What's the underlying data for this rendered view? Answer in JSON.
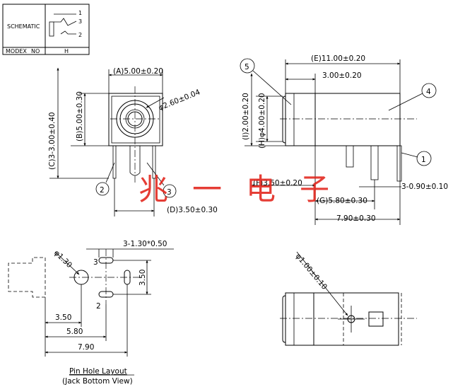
{
  "schematic": {
    "label": "SCHEMATIC",
    "pins": [
      "1",
      "3",
      "2"
    ],
    "model_label": "MODEX",
    "no_label": "NO",
    "model_value": "H"
  },
  "front_view": {
    "dim_a": "(A)5.00±0.20",
    "dim_c": "(C)3-3.00±0.40",
    "dim_b": "(B)5.00±0.30",
    "dim_hole": "φ2.60±0.04",
    "dim_d": "(D)3.50±0.30",
    "callout_2": "2",
    "callout_3": "3"
  },
  "side_view": {
    "dim_e": "(E)11.00±0.20",
    "dim_top": "3.00±0.20",
    "dim_i": "(I)2.00±0.20",
    "dim_h": "(H)φ4.00±0.20",
    "dim_f": "(F)3.50±0.20",
    "dim_g": "(G)5.80±0.30",
    "dim_bottom": "7.90±0.30",
    "dim_pins": "3-0.90±0.10",
    "callout_5": "5",
    "callout_4": "4",
    "callout_1": "1"
  },
  "pin_layout": {
    "dim_holes": "3-1.30*0.50",
    "dim_center_hole": "φ1.30",
    "dim_h1": "3.50",
    "dim_h2": "5.80",
    "dim_h3": "7.90",
    "dim_v": "3.50",
    "pin_3": "3",
    "pin_2": "2",
    "caption_1": "Pin Hole Layout",
    "caption_2": "(Jack Bottom View)"
  },
  "bottom_view": {
    "dim_hole": "φ1.00±0.10"
  },
  "watermark": {
    "text": "兆一电子",
    "color": "#e2231a"
  }
}
